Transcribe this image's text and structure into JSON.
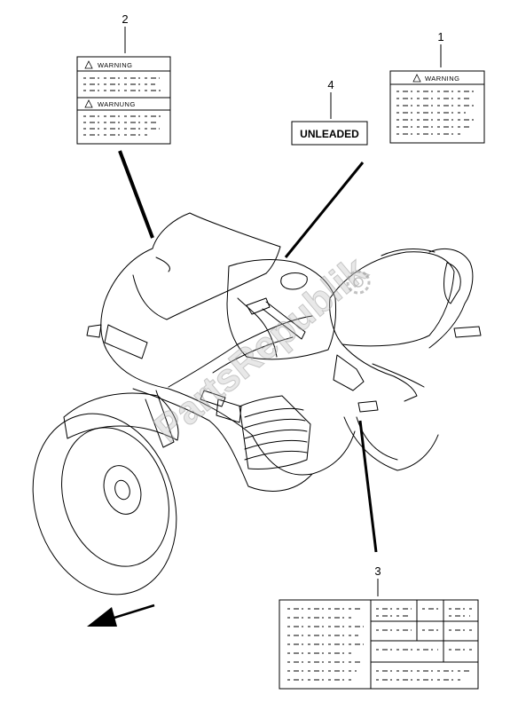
{
  "callouts": [
    {
      "number": "1"
    },
    {
      "number": "2"
    },
    {
      "number": "3"
    },
    {
      "number": "4"
    }
  ],
  "labels": {
    "warning_en": "WARNING",
    "warning_de": "WARNUNG",
    "unleaded": "UNLEADED"
  },
  "watermark": "PartsRepublik"
}
